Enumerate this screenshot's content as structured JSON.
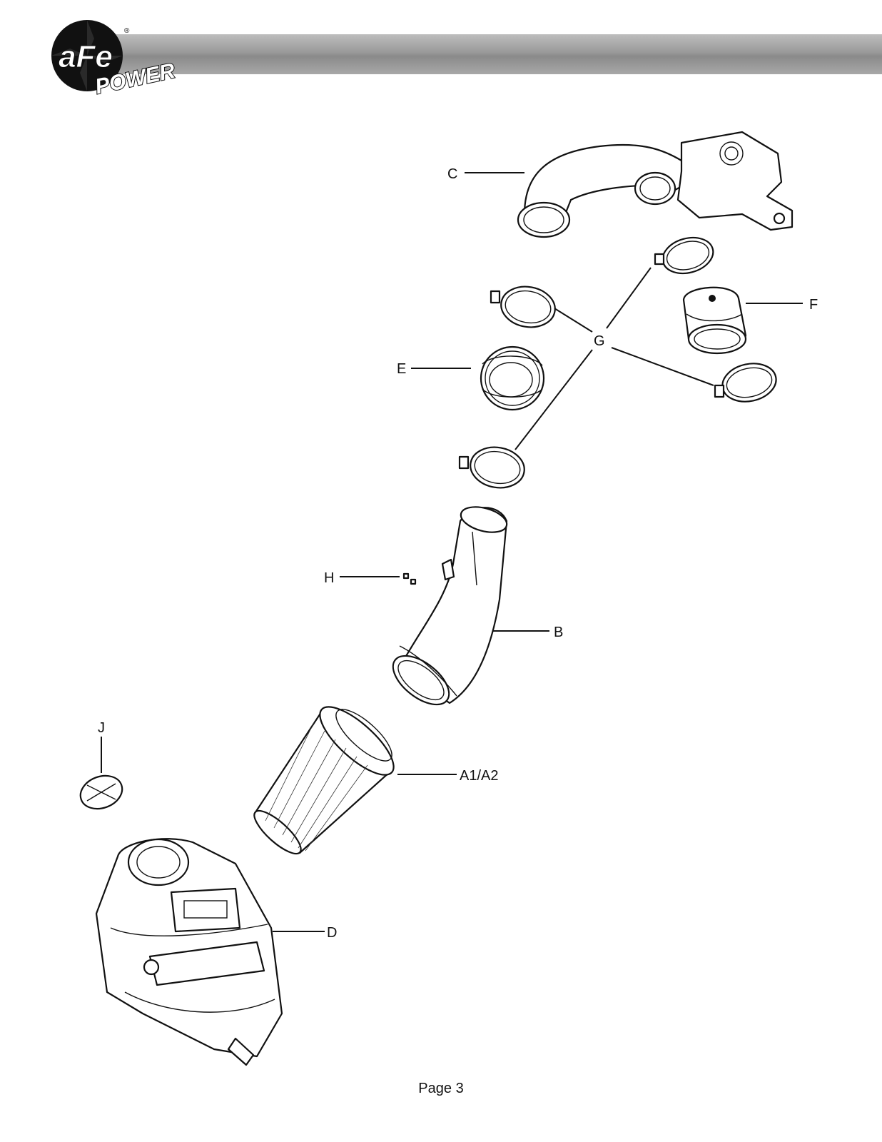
{
  "header": {
    "logo_text_top": "aFe",
    "logo_text_bottom": "POWER",
    "logo_registered": "®",
    "bar_color": "#9e9e9e"
  },
  "callouts": {
    "a": "A1/A2",
    "b": "B",
    "c": "C",
    "d": "D",
    "e": "E",
    "f": "F",
    "g": "G",
    "h": "H",
    "j": "J"
  },
  "footer": {
    "page_label": "Page 3"
  }
}
